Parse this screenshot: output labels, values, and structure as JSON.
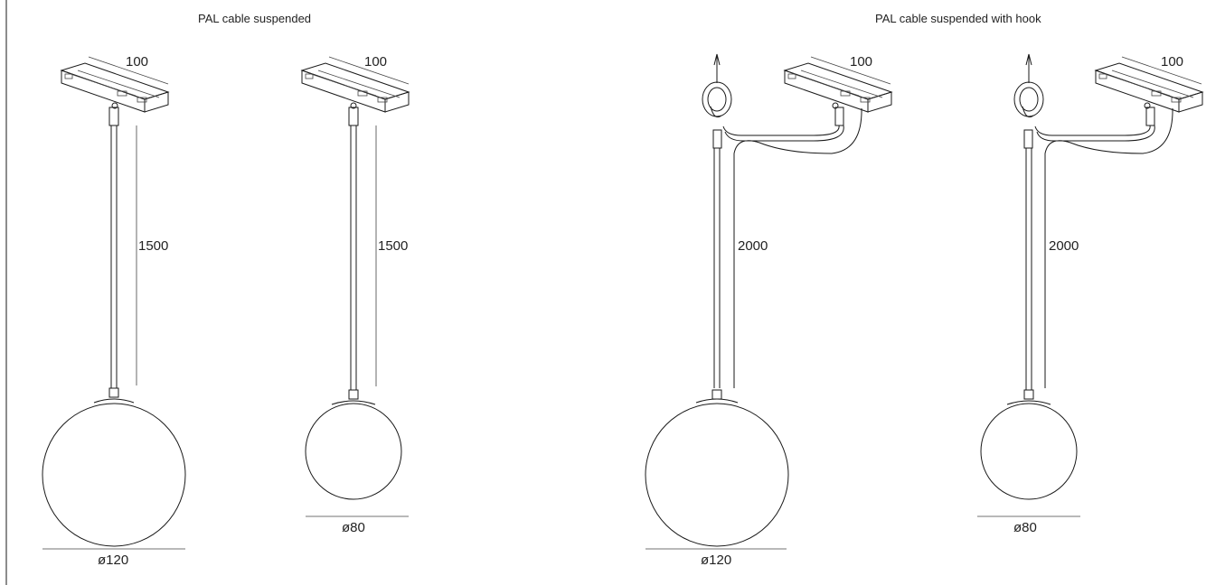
{
  "diagram": {
    "sections": [
      {
        "title": "PAL cable suspended"
      },
      {
        "title": "PAL cable suspended with hook"
      }
    ],
    "lamps": [
      {
        "track_length": "100",
        "cable_length": "1500",
        "diameter": "ø120"
      },
      {
        "track_length": "100",
        "cable_length": "1500",
        "diameter": "ø80"
      },
      {
        "track_length": "100",
        "cable_length": "2000",
        "diameter": "ø120"
      },
      {
        "track_length": "100",
        "cable_length": "2000",
        "diameter": "ø80"
      }
    ]
  }
}
